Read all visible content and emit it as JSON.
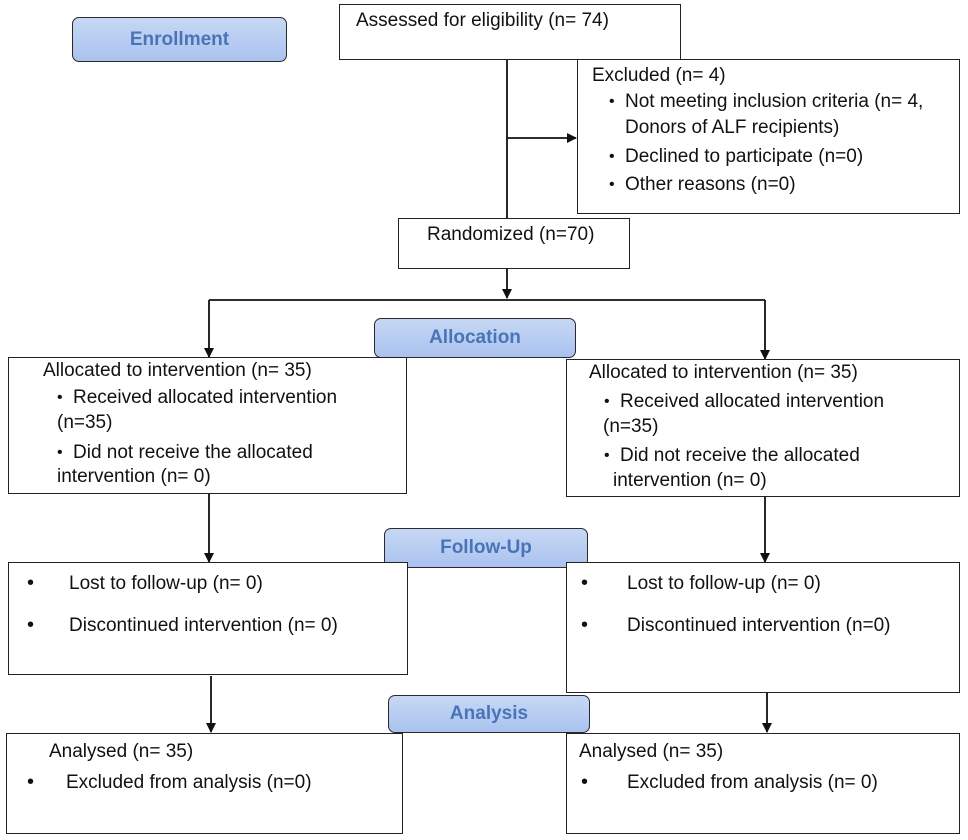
{
  "stages": {
    "enrollment": "Enrollment",
    "allocation": "Allocation",
    "followup": "Follow-Up",
    "analysis": "Analysis"
  },
  "assessed": "Assessed for eligibility (n= 74)",
  "excluded": {
    "title": "Excluded  (n= 4)",
    "items": [
      "Not meeting inclusion criteria (n= 4,",
      "Donors of ALF recipients)",
      "Declined to participate (n=0)",
      "Other reasons (n=0)"
    ]
  },
  "randomized": "Randomized (n=70)",
  "left": {
    "allocated": "Allocated to intervention (n= 35)",
    "received_1": "Received allocated intervention",
    "received_2": "(n=35)",
    "notreceived_1": "Did not receive the allocated",
    "notreceived_2": "intervention (n= 0)",
    "lost": "Lost to follow-up (n= 0)",
    "discontinued": "Discontinued intervention (n= 0)",
    "analysed": "Analysed  (n= 35)",
    "excluded_analysis": "Excluded from analysis (n=0)"
  },
  "right": {
    "allocated": "Allocated to intervention (n= 35)",
    "received_1": "Received allocated intervention",
    "received_2": "(n=35)",
    "notreceived_1": "Did not receive the allocated",
    "notreceived_2": "intervention (n= 0)",
    "lost": "Lost to follow-up (n= 0)",
    "discontinued": "Discontinued intervention (n=0)",
    "analysed": "Analysed  (n= 35)",
    "excluded_analysis": "Excluded from analysis (n= 0)"
  }
}
